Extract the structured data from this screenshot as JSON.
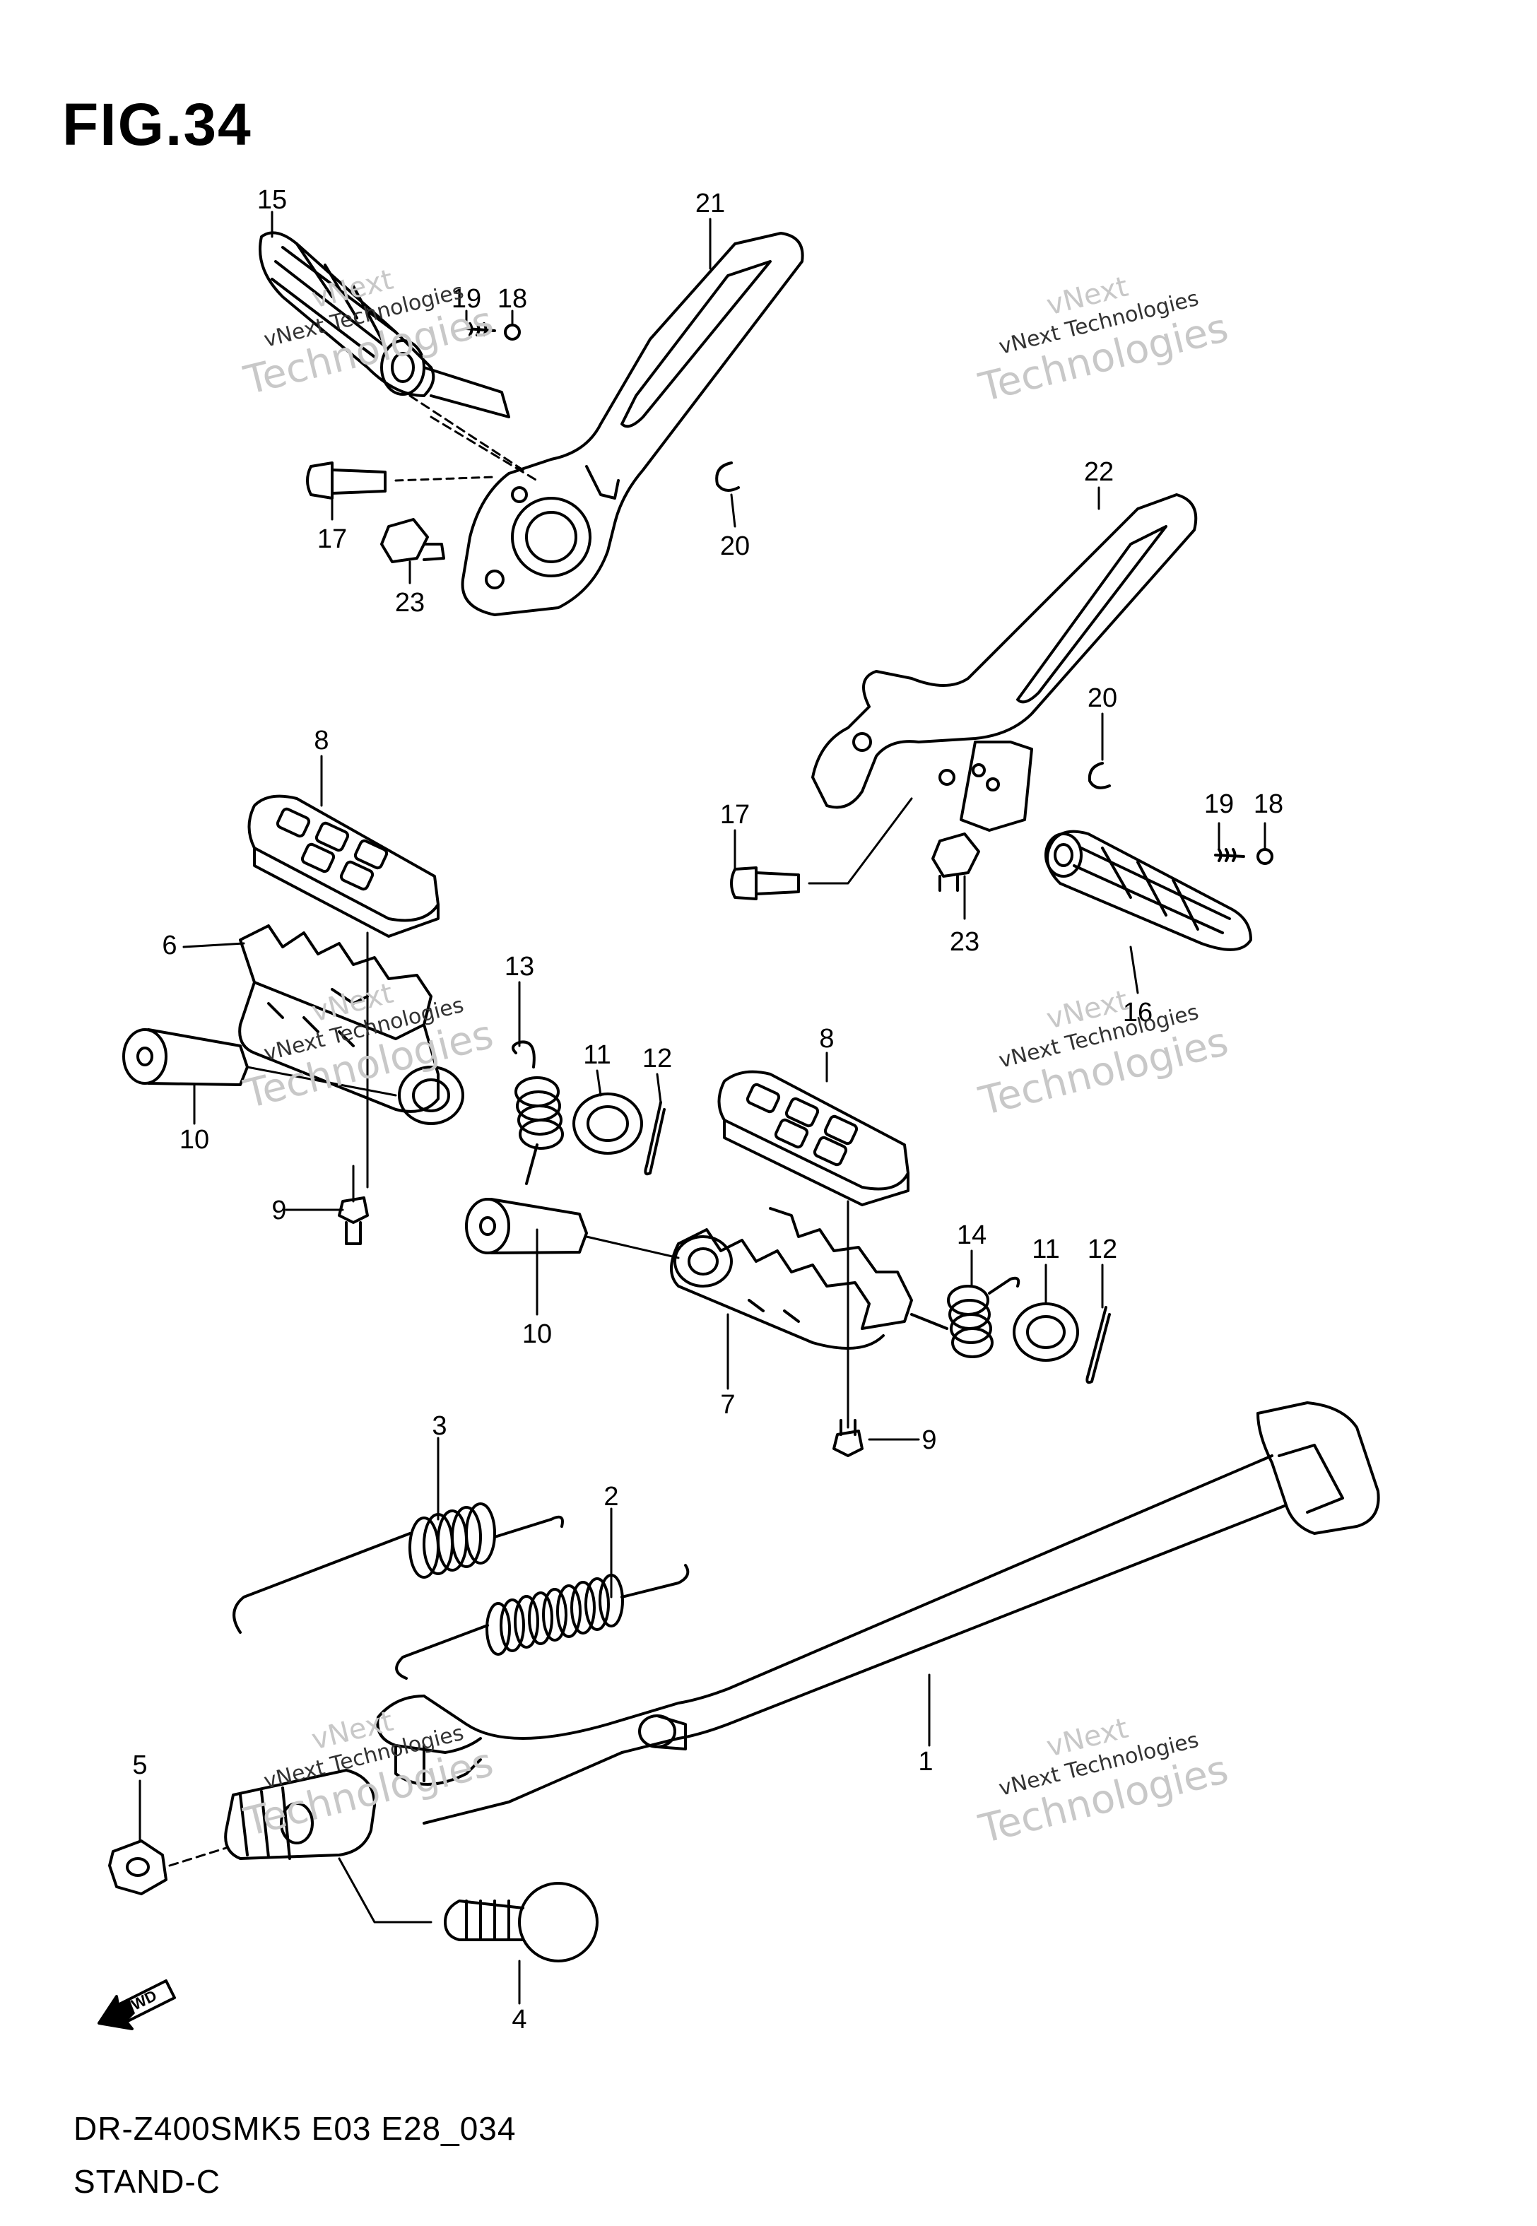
{
  "figure": {
    "title": "FIG.34",
    "model_code": "DR-Z400SMK5 E03 E28_034",
    "section": "STAND-C",
    "fwd_label": "FWD"
  },
  "watermark": {
    "line1": "vNext",
    "line2": "vNext Technologies",
    "line3": "Technologies"
  },
  "callouts": [
    "1",
    "2",
    "3",
    "4",
    "5",
    "6",
    "7",
    "8",
    "8",
    "9",
    "9",
    "10",
    "10",
    "11",
    "11",
    "12",
    "12",
    "13",
    "14",
    "15",
    "16",
    "17",
    "17",
    "18",
    "18",
    "19",
    "19",
    "20",
    "20",
    "21",
    "22",
    "23",
    "23"
  ],
  "colors": {
    "line": "#000000",
    "watermark": "#c8c8c8",
    "background": "#ffffff"
  }
}
